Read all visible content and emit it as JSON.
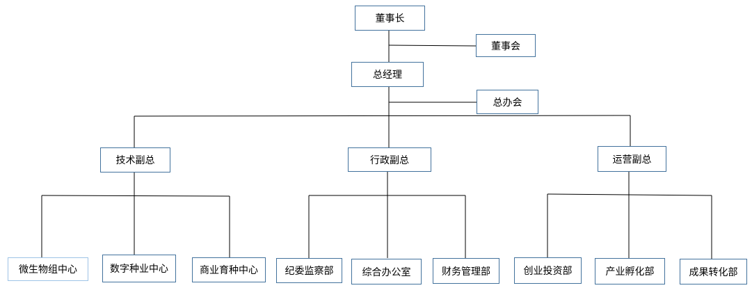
{
  "nodes": {
    "chairman": "董事长",
    "board": "董事会",
    "general_manager": "总经理",
    "office_meeting": "总办会",
    "tech_vp": "技术副总",
    "admin_vp": "行政副总",
    "ops_vp": "运营副总",
    "microbe_center": "微生物组中心",
    "digital_breeding_center": "数字种业中心",
    "commercial_breeding_center": "商业育种中心",
    "discipline_dept": "纪委监察部",
    "general_office": "综合办公室",
    "finance_dept": "财务管理部",
    "venture_dept": "创业投资部",
    "incubation_dept": "产业孵化部",
    "transfer_dept": "成果转化部"
  },
  "colors": {
    "box_border": "#41719c",
    "box_border_light": "#9dc3e6",
    "connector": "#000000"
  }
}
